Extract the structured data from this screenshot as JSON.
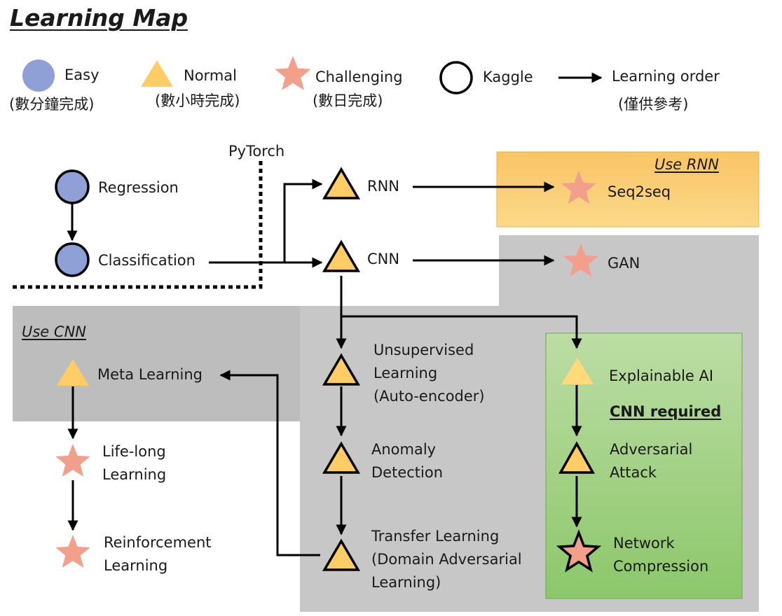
{
  "title": "Learning Map",
  "legend": {
    "easy": {
      "label": "Easy",
      "sub": "(數分鐘完成)"
    },
    "normal": {
      "label": "Normal",
      "sub": "(數小時完成)"
    },
    "challenging": {
      "label": "Challenging",
      "sub": "(數日完成)"
    },
    "kaggle": {
      "label": "Kaggle"
    },
    "order": {
      "label": "Learning order",
      "sub": "(僅供參考)"
    }
  },
  "divider_label": "PyTorch",
  "panels": {
    "rnn": "Use RNN",
    "cnn": "Use CNN",
    "cnn_required": "CNN required"
  },
  "nodes": {
    "regression": "Regression",
    "classification": "Classification",
    "rnn": "RNN",
    "cnn": "CNN",
    "seq2seq": "Seq2seq",
    "gan": "GAN",
    "unsupervised": "Unsupervised\nLearning\n(Auto-encoder)",
    "anomaly": "Anomaly\nDetection",
    "transfer": "Transfer Learning\n(Domain Adversarial\nLearning)",
    "explainable": "Explainable AI",
    "adversarial": "Adversarial\nAttack",
    "compression": "Network\nCompression",
    "meta": "Meta Learning",
    "lifelong": "Life-long\nLearning",
    "reinforcement": "Reinforcement\nLearning"
  },
  "colors": {
    "easy": "#8FA0D6",
    "normal": "#FFCC66",
    "challenging": "#F2A08C",
    "rnn_panel": "#FBCE6D",
    "gray_panel": "#C8C8C8",
    "green_panel": "#A9D18E"
  }
}
